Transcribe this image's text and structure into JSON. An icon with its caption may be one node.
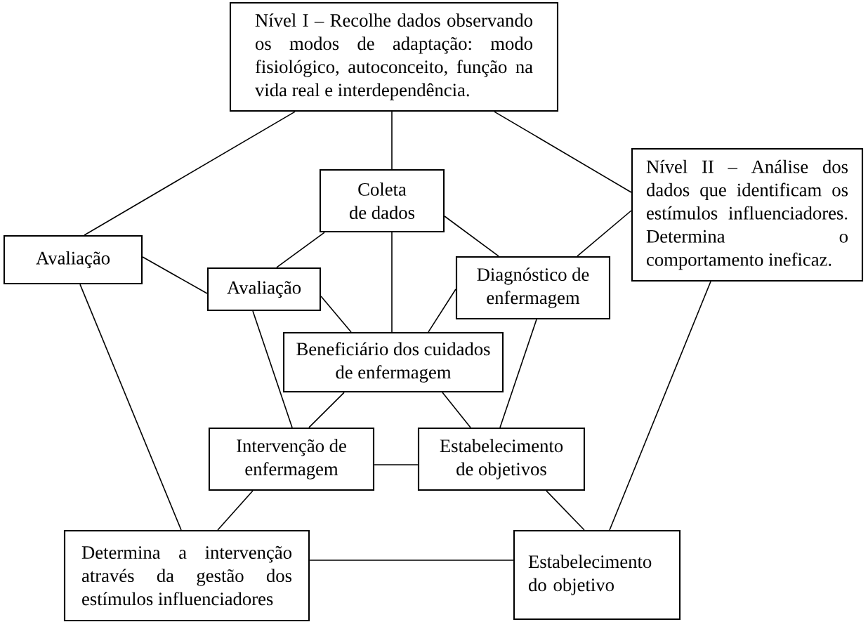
{
  "diagram": {
    "nodes": [
      {
        "text": [
          "Nível I – Recolhe dados observando os modos de adaptação: modo fisiológico, autoconceito, função na vida real e interdependência."
        ]
      },
      {
        "text": [
          "Nível II – Análise dos dados que identificam os estímulos influenciadores. Determina o comportamento ineficaz."
        ]
      },
      {
        "text": [
          "Avaliação"
        ]
      },
      {
        "text": [
          "Coleta de dados"
        ]
      },
      {
        "text": [
          "Avaliação"
        ]
      },
      {
        "text": [
          "Diagnóstico de enfermagem"
        ]
      },
      {
        "text": [
          "Beneficiário dos cuidados de enfermagem"
        ]
      },
      {
        "text": [
          "Intervenção de enfermagem"
        ]
      },
      {
        "text": [
          "Estabelecimento de objetivos"
        ]
      },
      {
        "text": [
          "Determina a intervenção através da gestão dos estímulos influenciadores"
        ]
      },
      {
        "text": [
          "Estabelecimento do objetivo"
        ]
      }
    ],
    "edges": [
      {
        "from": 0,
        "to": 2,
        "arrow": "none"
      },
      {
        "from": 0,
        "to": 1,
        "arrow": "none"
      },
      {
        "from": 0,
        "to": 3,
        "arrow": "none"
      },
      {
        "from": 2,
        "to": 4,
        "arrow": "none"
      },
      {
        "from": 2,
        "to": 9,
        "arrow": "none"
      },
      {
        "from": 3,
        "to": 4,
        "arrow": "none"
      },
      {
        "from": 3,
        "to": 5,
        "arrow": "none"
      },
      {
        "from": 3,
        "to": 6,
        "arrow": "none"
      },
      {
        "from": 1,
        "to": 5,
        "arrow": "none"
      },
      {
        "from": 1,
        "to": 10,
        "arrow": "none"
      },
      {
        "from": 4,
        "to": 7,
        "arrow": "none"
      },
      {
        "from": 4,
        "to": 6,
        "arrow": "none"
      },
      {
        "from": 5,
        "to": 8,
        "arrow": "none"
      },
      {
        "from": 5,
        "to": 6,
        "arrow": "none"
      },
      {
        "from": 6,
        "to": 7,
        "arrow": "none"
      },
      {
        "from": 6,
        "to": 8,
        "arrow": "none"
      },
      {
        "from": 7,
        "to": 8,
        "arrow": "none"
      },
      {
        "from": 7,
        "to": 9,
        "arrow": "none"
      },
      {
        "from": 8,
        "to": 10,
        "arrow": "none"
      },
      {
        "from": 9,
        "to": 10,
        "arrow": "none"
      }
    ]
  }
}
